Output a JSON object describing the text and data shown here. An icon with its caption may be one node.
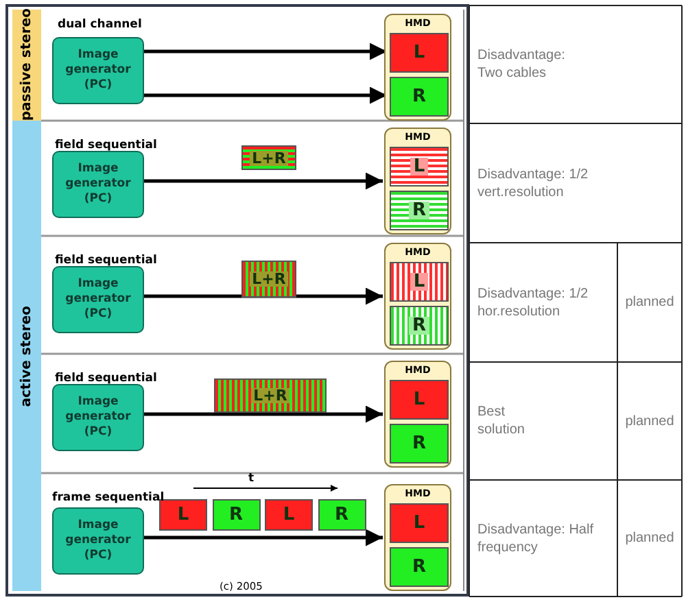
{
  "diagram": {
    "nodes": [
      {
        "text": [
          "passive stereo"
        ]
      },
      {
        "text": [
          "active stereo"
        ]
      },
      {
        "text": [
          "Image generator (PC)"
        ]
      },
      {
        "text": [
          "HMD"
        ]
      },
      {
        "text": [
          "L"
        ],
        "in": 3
      },
      {
        "text": [
          "R"
        ],
        "in": 3
      },
      {
        "text": [
          "Image generator (PC)"
        ]
      },
      {
        "text": [
          "L+R"
        ]
      },
      {
        "text": [
          "HMD"
        ]
      },
      {
        "text": [
          "L"
        ],
        "in": 8
      },
      {
        "text": [
          "R"
        ],
        "in": 8
      },
      {
        "text": [
          "Image generator (PC)"
        ]
      },
      {
        "text": [
          "L+R"
        ]
      },
      {
        "text": [
          "HMD"
        ]
      },
      {
        "text": [
          "L"
        ],
        "in": 13
      },
      {
        "text": [
          "R"
        ],
        "in": 13
      },
      {
        "text": [
          "Image generator (PC)"
        ]
      },
      {
        "text": [
          "L+R"
        ]
      },
      {
        "text": [
          "HMD"
        ]
      },
      {
        "text": [
          "L"
        ],
        "in": 18
      },
      {
        "text": [
          "R"
        ],
        "in": 18
      },
      {
        "text": [
          "Image generator (PC)"
        ]
      },
      {
        "text": [
          "L"
        ]
      },
      {
        "text": [
          "R"
        ]
      },
      {
        "text": [
          "L"
        ]
      },
      {
        "text": [
          "R"
        ]
      },
      {
        "text": [
          "HMD"
        ]
      },
      {
        "text": [
          "L"
        ],
        "in": 26
      },
      {
        "text": [
          "R"
        ],
        "in": 26
      }
    ],
    "edges": [
      {
        "from": 2,
        "to": 4,
        "arrow": "to"
      },
      {
        "from": 2,
        "to": 5,
        "arrow": "to"
      },
      {
        "from": 6,
        "to": 8,
        "arrow": "to"
      },
      {
        "from": 11,
        "to": 13,
        "arrow": "to"
      },
      {
        "from": 16,
        "to": 18,
        "arrow": "to"
      },
      {
        "from": 21,
        "to": 26,
        "arrow": "to"
      }
    ],
    "labels": [
      "dual channel",
      "Disadvantage: Two cables",
      "field sequential",
      "Disadvantage: 1/2 vert.resolution",
      "field sequential",
      "Disadvantage: 1/2 hor.resolution",
      "planned",
      "field sequential",
      "Best solution",
      "planned",
      "frame sequential",
      "t",
      "(c) 2005",
      "Disadvantage: Half frequency",
      "planned"
    ]
  }
}
